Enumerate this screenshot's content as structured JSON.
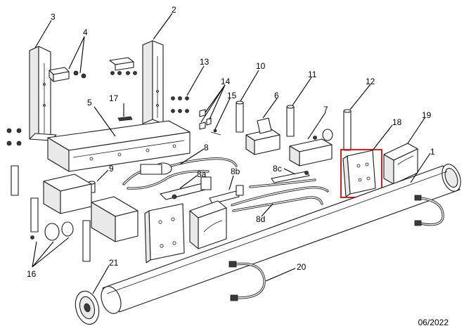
{
  "callouts": {
    "c1": "1",
    "c2": "2",
    "c3": "3",
    "c4": "4",
    "c5": "5",
    "c6": "6",
    "c7": "7",
    "c8": "8",
    "c8a": "8a",
    "c8b": "8b",
    "c8c": "8c",
    "c8d": "8d",
    "c9": "9",
    "c10": "10",
    "c11": "11",
    "c12": "12",
    "c13": "13",
    "c14": "14",
    "c15": "15",
    "c16": "16",
    "c17": "17",
    "c18": "18",
    "c19": "19",
    "c20": "20",
    "c21": "21"
  },
  "date": "06/2022",
  "highlight_color": "#d42020"
}
